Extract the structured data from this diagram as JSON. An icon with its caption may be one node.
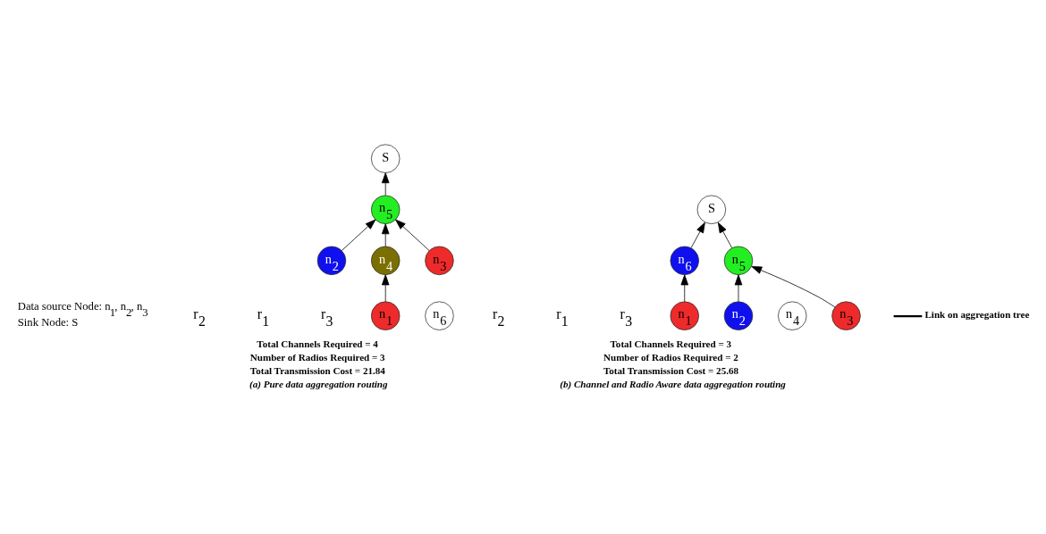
{
  "diagram": {
    "nodes": [
      {
        "text": [
          "S"
        ]
      },
      {
        "text": [
          "n$_{6}$"
        ]
      },
      {
        "text": [
          "n$_{5}$"
        ]
      },
      {
        "text": [
          "n$_{3}$"
        ]
      },
      {
        "text": [
          "n$_{4}$"
        ]
      },
      {
        "text": [
          "n$_{1}$"
        ]
      },
      {
        "text": [
          "n$_{2}$"
        ]
      },
      {
        "text": [
          "S"
        ]
      },
      {
        "text": [
          "n$_{6}$"
        ]
      },
      {
        "text": [
          "n$_{5}$"
        ]
      },
      {
        "text": [
          "n$_{3}$"
        ]
      },
      {
        "text": [
          "n$_{4}$"
        ]
      },
      {
        "text": [
          "n$_{1}$"
        ]
      },
      {
        "text": [
          "n$_{2}$"
        ]
      }
    ],
    "edges": [
      {
        "from": 5,
        "to": 4,
        "arrow": "to"
      },
      {
        "from": 4,
        "to": 2,
        "arrow": "to"
      },
      {
        "from": 3,
        "to": 2,
        "arrow": "to"
      },
      {
        "from": 6,
        "to": 2,
        "arrow": "to"
      },
      {
        "from": 2,
        "to": 0,
        "arrow": "to"
      },
      {
        "from": 12,
        "to": 8,
        "arrow": "to"
      },
      {
        "from": 8,
        "to": 7,
        "arrow": "to"
      },
      {
        "from": 9,
        "to": 7,
        "arrow": "to"
      },
      {
        "from": 10,
        "to": 9,
        "arrow": "to"
      },
      {
        "from": 13,
        "to": 9,
        "arrow": "to"
      }
    ],
    "labels": [
      "Data source Node: n$_{1}$, n$_{2}$, n$_{3}$",
      "Sink Node: S",
      "r$_{3}$",
      "r$_{1}$",
      "r$_{2}$",
      "r$_{3}$",
      "r$_{1}$",
      "r$_{2}$",
      "Total Channels Required = 4",
      "Number of Radios Required = 3",
      "Total Transmission Cost = 21.84",
      "(a) Pure data aggregation routing",
      "Total Channels Required = 3",
      "Number of Radios Required = 2",
      "Total Transmission Cost = 25.68",
      "(b) Channel and Radio Aware data aggregation routing"
    ],
    "legend": [
      {
        "text": "Link on aggregation tree"
      }
    ]
  }
}
